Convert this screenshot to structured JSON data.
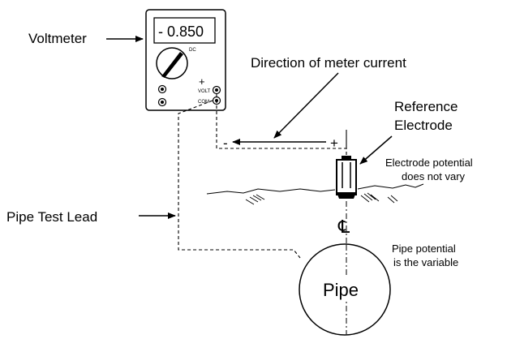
{
  "labels": {
    "voltmeter": "Voltmeter",
    "display_reading": "- 0.850",
    "dc_mark": "DC",
    "volt_terminal": "VOLT",
    "com_terminal": "COM",
    "plus_sign": "+",
    "current_direction": "Direction of meter current",
    "lead_minus": "-",
    "lead_plus": "+",
    "reference_line1": "Reference",
    "reference_line2": "Electrode",
    "electrode_potential_line1": "Electrode potential",
    "electrode_potential_line2": "does not vary",
    "pipe_test_lead": "Pipe Test Lead",
    "pipe_potential_line1": "Pipe potential",
    "pipe_potential_line2": "is the variable",
    "pipe": "Pipe",
    "centerline_symbol": "℄"
  },
  "icons": {
    "voltmeter": "multimeter-icon",
    "reference_electrode": "reference-electrode-icon",
    "pipe": "pipe-cross-section-icon"
  }
}
